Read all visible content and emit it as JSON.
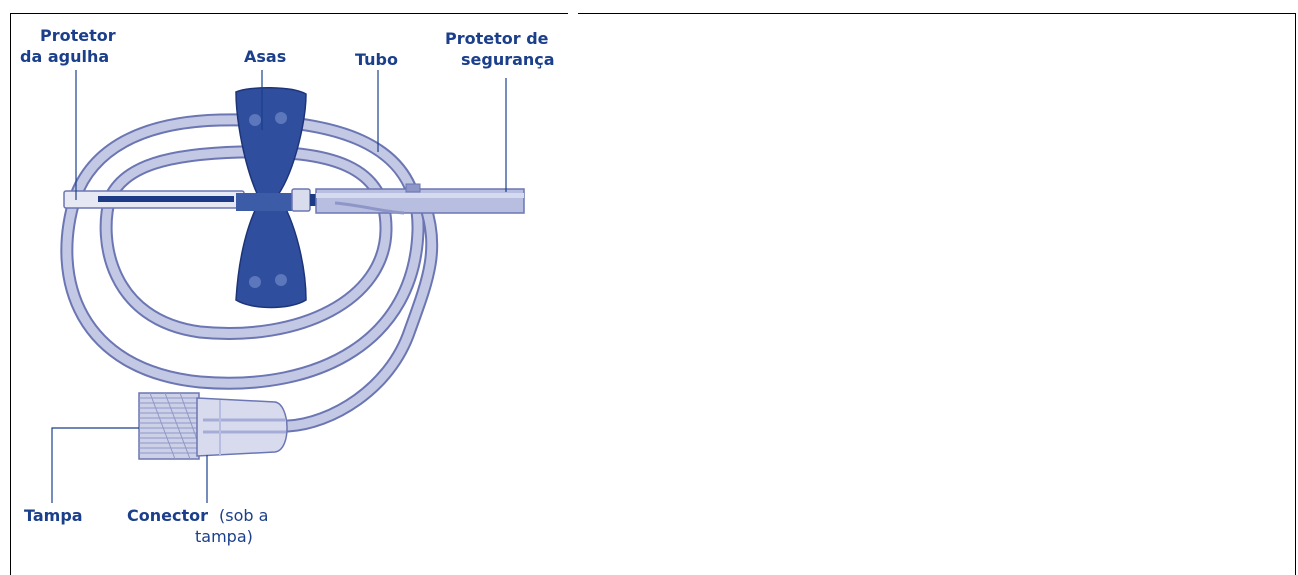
{
  "labels": {
    "needle_protector": [
      "Protetor",
      "da agulha"
    ],
    "wings": "Asas",
    "tube": "Tubo",
    "safety_protector": [
      "Protetor de",
      "segurança"
    ],
    "cap": "Tampa",
    "connector_bold": "Conector",
    "connector_rest": [
      "(sob a",
      "tampa)"
    ]
  },
  "colors": {
    "label_text": "#1b3f8b",
    "tube_fill": "#c3c8e4",
    "tube_edge": "#6b76b3",
    "wings": "#2f4f9e",
    "protector_fill": "#b8bedf"
  }
}
